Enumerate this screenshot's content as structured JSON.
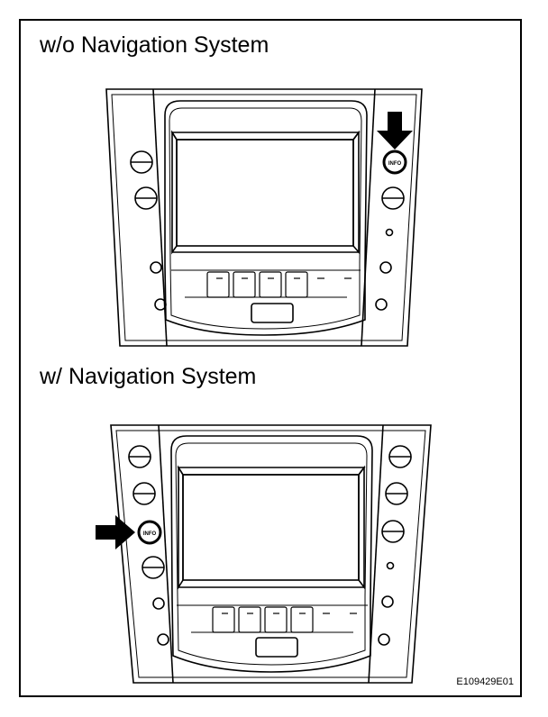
{
  "sections": [
    {
      "title": "w/o Navigation System",
      "button_label": "INFO"
    },
    {
      "title": "w/ Navigation System",
      "button_label": "INFO"
    }
  ],
  "figure_id": "E109429E01",
  "colors": {
    "line": "#000000",
    "background": "#ffffff"
  },
  "icons": {
    "pointer": "arrow-icon"
  }
}
